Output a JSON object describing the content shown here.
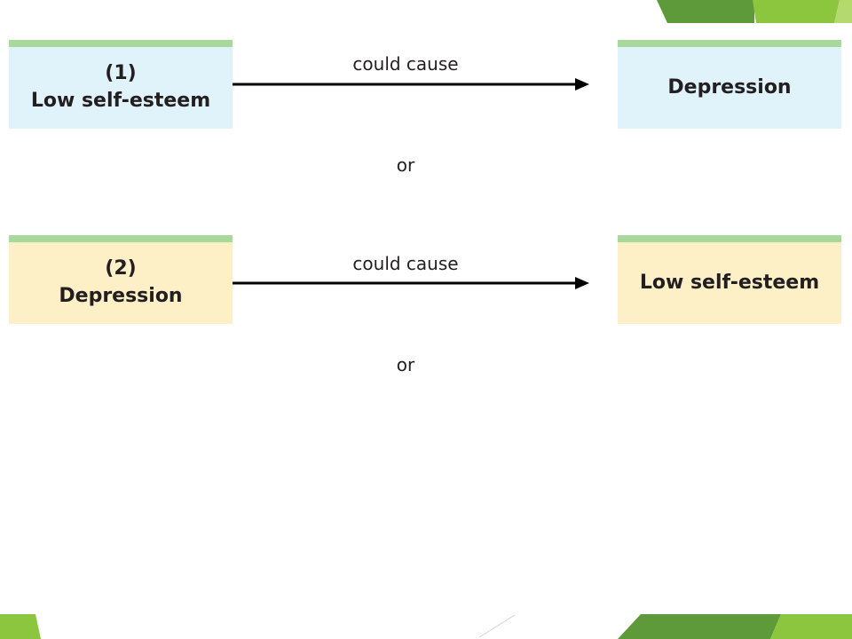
{
  "diagram": {
    "row1": {
      "source": {
        "number": "(1)",
        "label": "Low self-esteem"
      },
      "arrow_label": "could cause",
      "target": {
        "label": "Depression"
      }
    },
    "separator1": "or",
    "row2": {
      "source": {
        "number": "(2)",
        "label": "Depression"
      },
      "arrow_label": "could cause",
      "target": {
        "label": "Low self-esteem"
      }
    },
    "separator2": "or"
  },
  "colors": {
    "box_blue": "#e0f3fb",
    "box_yellow": "#fdefc6",
    "box_top_bar": "#a9d89c",
    "accent_green": "#8cc63f",
    "accent_dark_green": "#6aa333"
  }
}
